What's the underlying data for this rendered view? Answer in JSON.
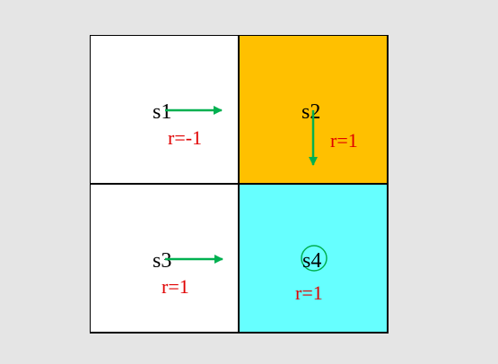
{
  "colors": {
    "cell_white": "#ffffff",
    "cell_orange": "#ffc000",
    "cell_cyan": "#66ffff",
    "border": "#000000",
    "arrow": "#00b050",
    "reward_text": "#e00000"
  },
  "cells": [
    {
      "state": "s1",
      "reward": "r=-1",
      "action": "right-arrow"
    },
    {
      "state": "s2",
      "reward": "r=1",
      "action": "down-arrow"
    },
    {
      "state": "s3",
      "reward": "r=1",
      "action": "right-arrow"
    },
    {
      "state": "s4",
      "reward": "r=1",
      "action": "circle-stay"
    }
  ]
}
